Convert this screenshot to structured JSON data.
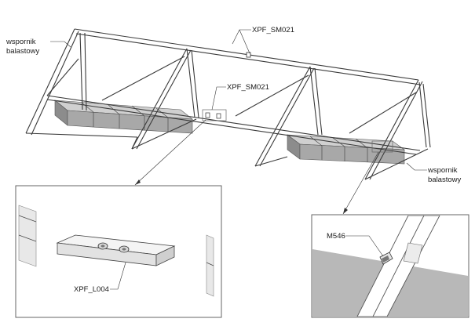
{
  "labels": {
    "support_left": [
      "wspornik",
      "balastowy"
    ],
    "support_right": [
      "wspornik",
      "balastowy"
    ],
    "part_top": "XPF_SM021",
    "part_mid": "XPF_SM021",
    "part_detail_left": "XPF_L004",
    "part_detail_right": "M546"
  },
  "colors": {
    "line": "#3a3a3a",
    "block_top": "#c8c8c8",
    "block_side": "#9a9a9a",
    "plane": "#b4b4b4"
  }
}
